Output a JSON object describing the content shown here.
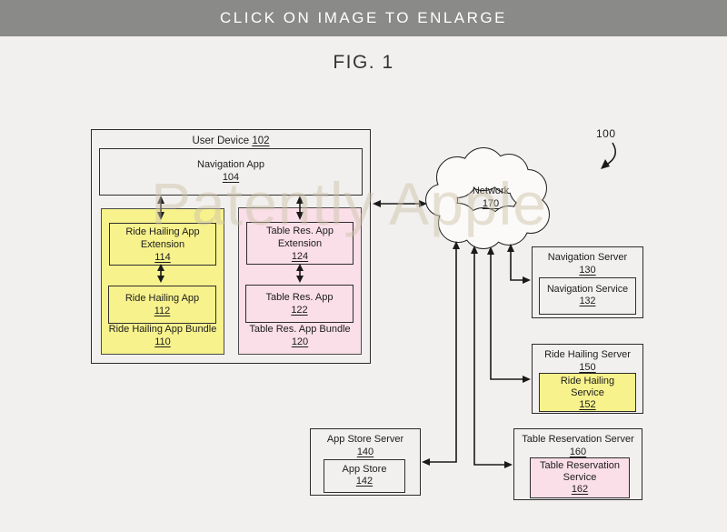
{
  "banner": {
    "label": "CLICK ON IMAGE TO ENLARGE"
  },
  "figure": {
    "title": "FIG. 1",
    "system_ref": "100",
    "watermark": "Patently Apple"
  },
  "colors": {
    "background": "#f1f0ee",
    "banner_bg": "#8a8a88",
    "ride_hailing_yellow": "#f7f28c",
    "table_reservation_pink": "#fadee8",
    "box_border": "#2b2b2b",
    "watermark": "#ccc2aa"
  },
  "user_device": {
    "title": "User Device",
    "ref": "102",
    "navigation_app": {
      "title": "Navigation App",
      "ref": "104"
    },
    "ride_hailing_bundle": {
      "title": "Ride Hailing App Bundle",
      "ref": "110",
      "extension": {
        "line1": "Ride Hailing App",
        "line2": "Extension",
        "ref": "114"
      },
      "app": {
        "line1": "Ride Hailing App",
        "ref": "112"
      }
    },
    "table_res_bundle": {
      "title": "Table Res. App Bundle",
      "ref": "120",
      "extension": {
        "line1": "Table Res. App",
        "line2": "Extension",
        "ref": "124"
      },
      "app": {
        "line1": "Table Res. App",
        "ref": "122"
      }
    }
  },
  "network": {
    "title": "Network",
    "ref": "170"
  },
  "servers": {
    "navigation": {
      "title": "Navigation Server",
      "ref": "130",
      "service": {
        "line1": "Navigation Service",
        "ref": "132"
      }
    },
    "ride_hailing": {
      "title": "Ride Hailing Server",
      "ref": "150",
      "service": {
        "line1": "Ride Hailing",
        "line2": "Service",
        "ref": "152"
      }
    },
    "table_reservation": {
      "title": "Table Reservation Server",
      "ref": "160",
      "service": {
        "line1": "Table Reservation",
        "line2": "Service",
        "ref": "162"
      }
    },
    "app_store": {
      "title": "App Store Server",
      "ref": "140",
      "service": {
        "line1": "App Store",
        "ref": "142"
      }
    }
  }
}
